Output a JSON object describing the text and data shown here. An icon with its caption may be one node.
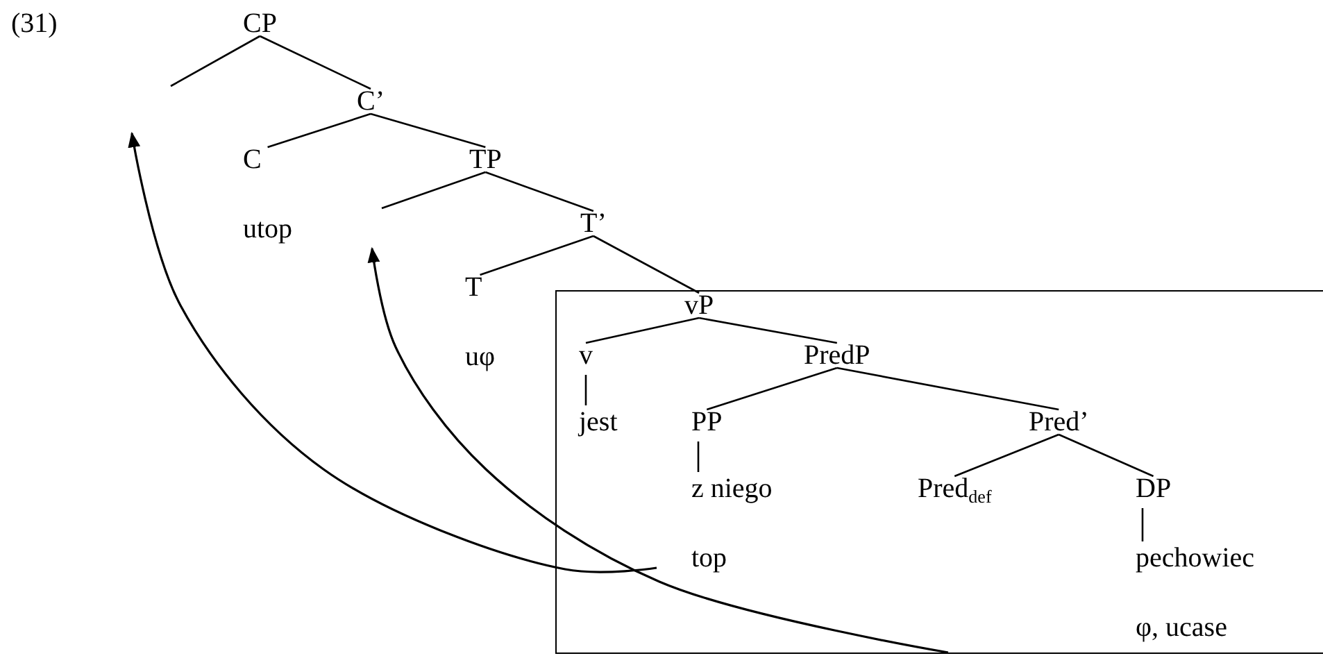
{
  "diagram": {
    "nodes": [
      {
        "text": [
          "CP"
        ]
      },
      {
        "text": [
          "C’"
        ]
      },
      {
        "text": [
          "C"
        ],
        "beside": [
          "utop"
        ]
      },
      {
        "text": [
          "TP"
        ]
      },
      {
        "text": [
          "T’"
        ]
      },
      {
        "text": [
          "T"
        ],
        "beside": [
          "uφ"
        ]
      },
      {
        "text": [],
        "shape": "box"
      },
      {
        "text": [
          "vP"
        ],
        "in": 6
      },
      {
        "text": [
          "v"
        ],
        "in": 6
      },
      {
        "text": [
          "jest"
        ],
        "in": 6
      },
      {
        "text": [
          "PredP"
        ],
        "in": 6
      },
      {
        "text": [
          "PP"
        ],
        "in": 6
      },
      {
        "text": [
          "z niego"
        ],
        "beside": [
          "top"
        ],
        "in": 6
      },
      {
        "text": [
          "Pred’"
        ],
        "in": 6
      },
      {
        "text": [
          "Pred$_{def}$"
        ],
        "in": 6
      },
      {
        "text": [
          "DP"
        ],
        "in": 6
      },
      {
        "text": [
          "pechowiec"
        ],
        "beside": [
          "φ, ucase"
        ],
        "in": 6
      }
    ],
    "edges": [
      {
        "from": 0,
        "to": null,
        "arrow": "none"
      },
      {
        "from": 0,
        "to": 1,
        "arrow": "none"
      },
      {
        "from": 1,
        "to": 2,
        "arrow": "none"
      },
      {
        "from": 1,
        "to": 3,
        "arrow": "none"
      },
      {
        "from": 3,
        "to": null,
        "arrow": "none"
      },
      {
        "from": 3,
        "to": 4,
        "arrow": "none"
      },
      {
        "from": 4,
        "to": 5,
        "arrow": "none"
      },
      {
        "from": 4,
        "to": 7,
        "arrow": "none"
      },
      {
        "from": 7,
        "to": 8,
        "arrow": "none"
      },
      {
        "from": 7,
        "to": 10,
        "arrow": "none"
      },
      {
        "from": 8,
        "to": 9,
        "arrow": "none"
      },
      {
        "from": 10,
        "to": 11,
        "arrow": "none"
      },
      {
        "from": 10,
        "to": 13,
        "arrow": "none"
      },
      {
        "from": 11,
        "to": 12,
        "arrow": "none"
      },
      {
        "from": 13,
        "to": 14,
        "arrow": "none"
      },
      {
        "from": 13,
        "to": 15,
        "arrow": "none"
      },
      {
        "from": 15,
        "to": 16,
        "arrow": "none"
      },
      {
        "from": 12,
        "to": null,
        "arrow": "to"
      },
      {
        "from": 6,
        "to": null,
        "arrow": "to"
      }
    ],
    "labels": [
      "(31)"
    ]
  }
}
